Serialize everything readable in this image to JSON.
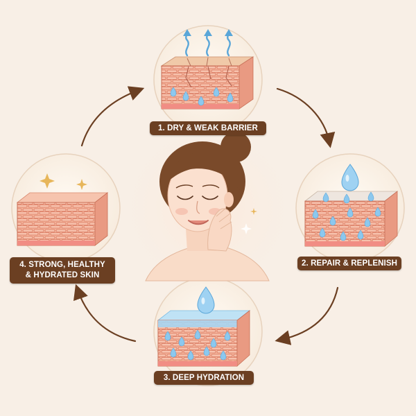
{
  "steps": [
    {
      "label": "1. DRY & WEAK BARRIER"
    },
    {
      "label": "2. REPAIR & REPLENISH"
    },
    {
      "label": "3. DEEP HYDRATION"
    },
    {
      "label_lines": [
        "4. STRONG, HEALTHY",
        "& HYDRATED SKIN"
      ]
    }
  ],
  "colors": {
    "background": "#f8efe6",
    "label_bg": "#6b3f22",
    "arrow": "#6b3f22",
    "skin_pink": "#f3a98e",
    "water_blue": "#8cc8ee",
    "hair": "#7a4a2a"
  }
}
